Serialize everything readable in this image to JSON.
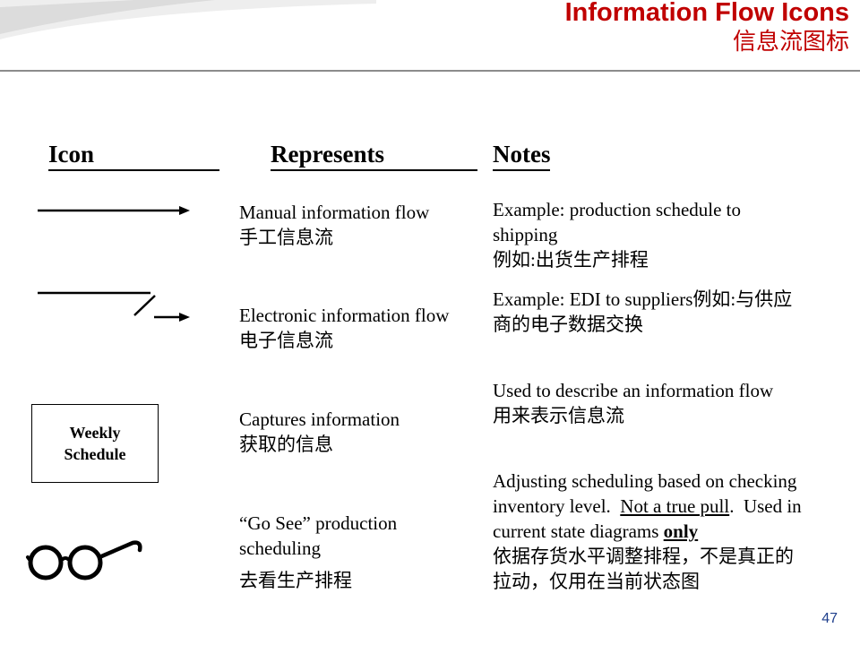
{
  "slide": {
    "title_en": "Information Flow Icons",
    "title_zh": "信息流图标",
    "page_number": "47",
    "colors": {
      "title": "#c00000",
      "title_zh": "#c00000",
      "page_number": "#1f3f8c",
      "rule": "#8c8c8c"
    }
  },
  "columns": {
    "icon": "Icon",
    "represents": "Represents",
    "notes": "Notes"
  },
  "rows": [
    {
      "icon": "manual-flow-arrow-icon",
      "represents": [
        "Manual information flow",
        "手工信息流"
      ],
      "notes": [
        "Example: production schedule to",
        "shipping",
        "例如:出货生产排程"
      ]
    },
    {
      "icon": "electronic-flow-arrow-icon",
      "represents": [
        "Electronic information flow",
        "电子信息流"
      ],
      "notes": [
        "Example: EDI to suppliers例如:与供应",
        "商的电子数据交换"
      ]
    },
    {
      "icon": "schedule-box-icon",
      "icon_label": [
        "Weekly",
        "Schedule"
      ],
      "represents": [
        "Captures information",
        "获取的信息"
      ],
      "notes": [
        "Used to describe an information flow",
        "用来表示信息流"
      ]
    },
    {
      "icon": "glasses-icon",
      "represents": [
        "“Go See” production",
        "scheduling",
        "去看生产排程"
      ],
      "notes": {
        "l1": "Adjusting scheduling based on checking",
        "l2a": "inventory level.  ",
        "l2b": "Not a true pull",
        "l2c": ".  Used in",
        "l3a": "current state diagrams ",
        "l3b": "only",
        "l4": "依据存货水平调整排程，不是真正的",
        "l5": "拉动，仅用在当前状态图"
      }
    }
  ]
}
